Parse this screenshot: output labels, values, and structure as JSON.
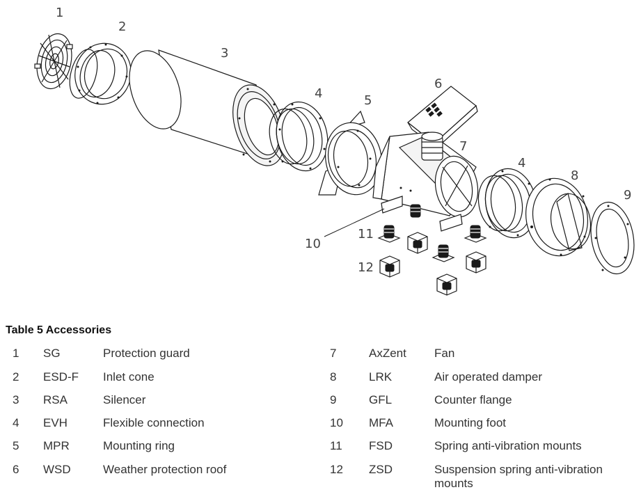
{
  "diagram": {
    "callouts": [
      "1",
      "2",
      "3",
      "4",
      "5",
      "6",
      "7",
      "4",
      "8",
      "9",
      "10",
      "11",
      "12"
    ]
  },
  "table": {
    "title": "Table 5 Accessories",
    "left_rows": [
      {
        "num": "1",
        "code": "SG",
        "desc": "Protection guard"
      },
      {
        "num": "2",
        "code": "ESD-F",
        "desc": "Inlet cone"
      },
      {
        "num": "3",
        "code": "RSA",
        "desc": "Silencer"
      },
      {
        "num": "4",
        "code": "EVH",
        "desc": "Flexible connection"
      },
      {
        "num": "5",
        "code": "MPR",
        "desc": "Mounting ring"
      },
      {
        "num": "6",
        "code": "WSD",
        "desc": "Weather protection roof"
      }
    ],
    "right_rows": [
      {
        "num": "7",
        "code": "AxZent",
        "desc": "Fan"
      },
      {
        "num": "8",
        "code": "LRK",
        "desc": "Air operated damper"
      },
      {
        "num": "9",
        "code": "GFL",
        "desc": "Counter flange"
      },
      {
        "num": "10",
        "code": "MFA",
        "desc": "Mounting foot"
      },
      {
        "num": "11",
        "code": "FSD",
        "desc": "Spring anti-vibration mounts"
      },
      {
        "num": "12",
        "code": "ZSD",
        "desc": "Suspension spring anti-vibration mounts"
      }
    ]
  }
}
